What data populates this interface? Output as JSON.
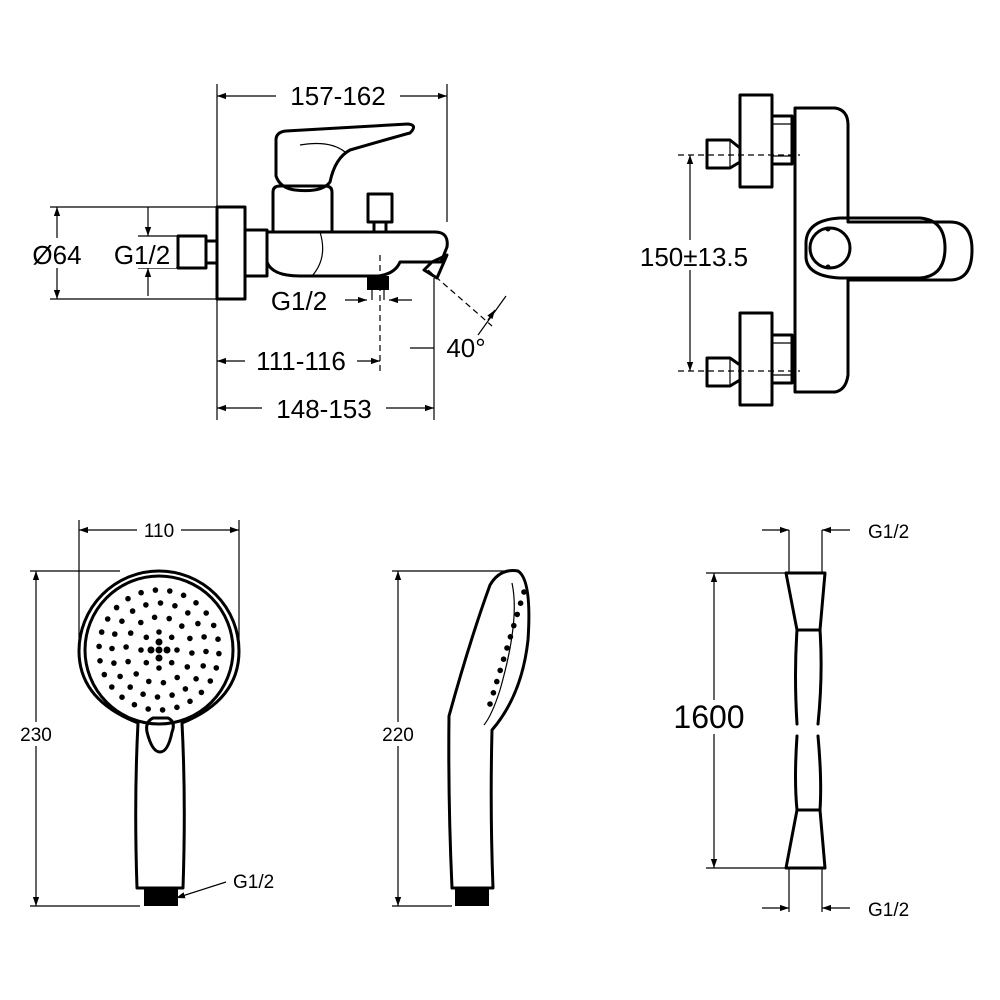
{
  "mixer_side": {
    "overall_width": "157-162",
    "body_diameter": "Ø64",
    "inlet_thread": "G1/2",
    "outlet_thread": "G1/2",
    "outlet_offset": "111-116",
    "spout_length": "148-153",
    "spout_angle": "40°"
  },
  "mixer_front": {
    "center_distance": "150±13.5"
  },
  "hand_shower_front": {
    "width": "110",
    "height": "230",
    "thread": "G1/2"
  },
  "hand_shower_side": {
    "height": "220"
  },
  "hose": {
    "thread_top": "G1/2",
    "length": "1600",
    "thread_bottom": "G1/2"
  }
}
